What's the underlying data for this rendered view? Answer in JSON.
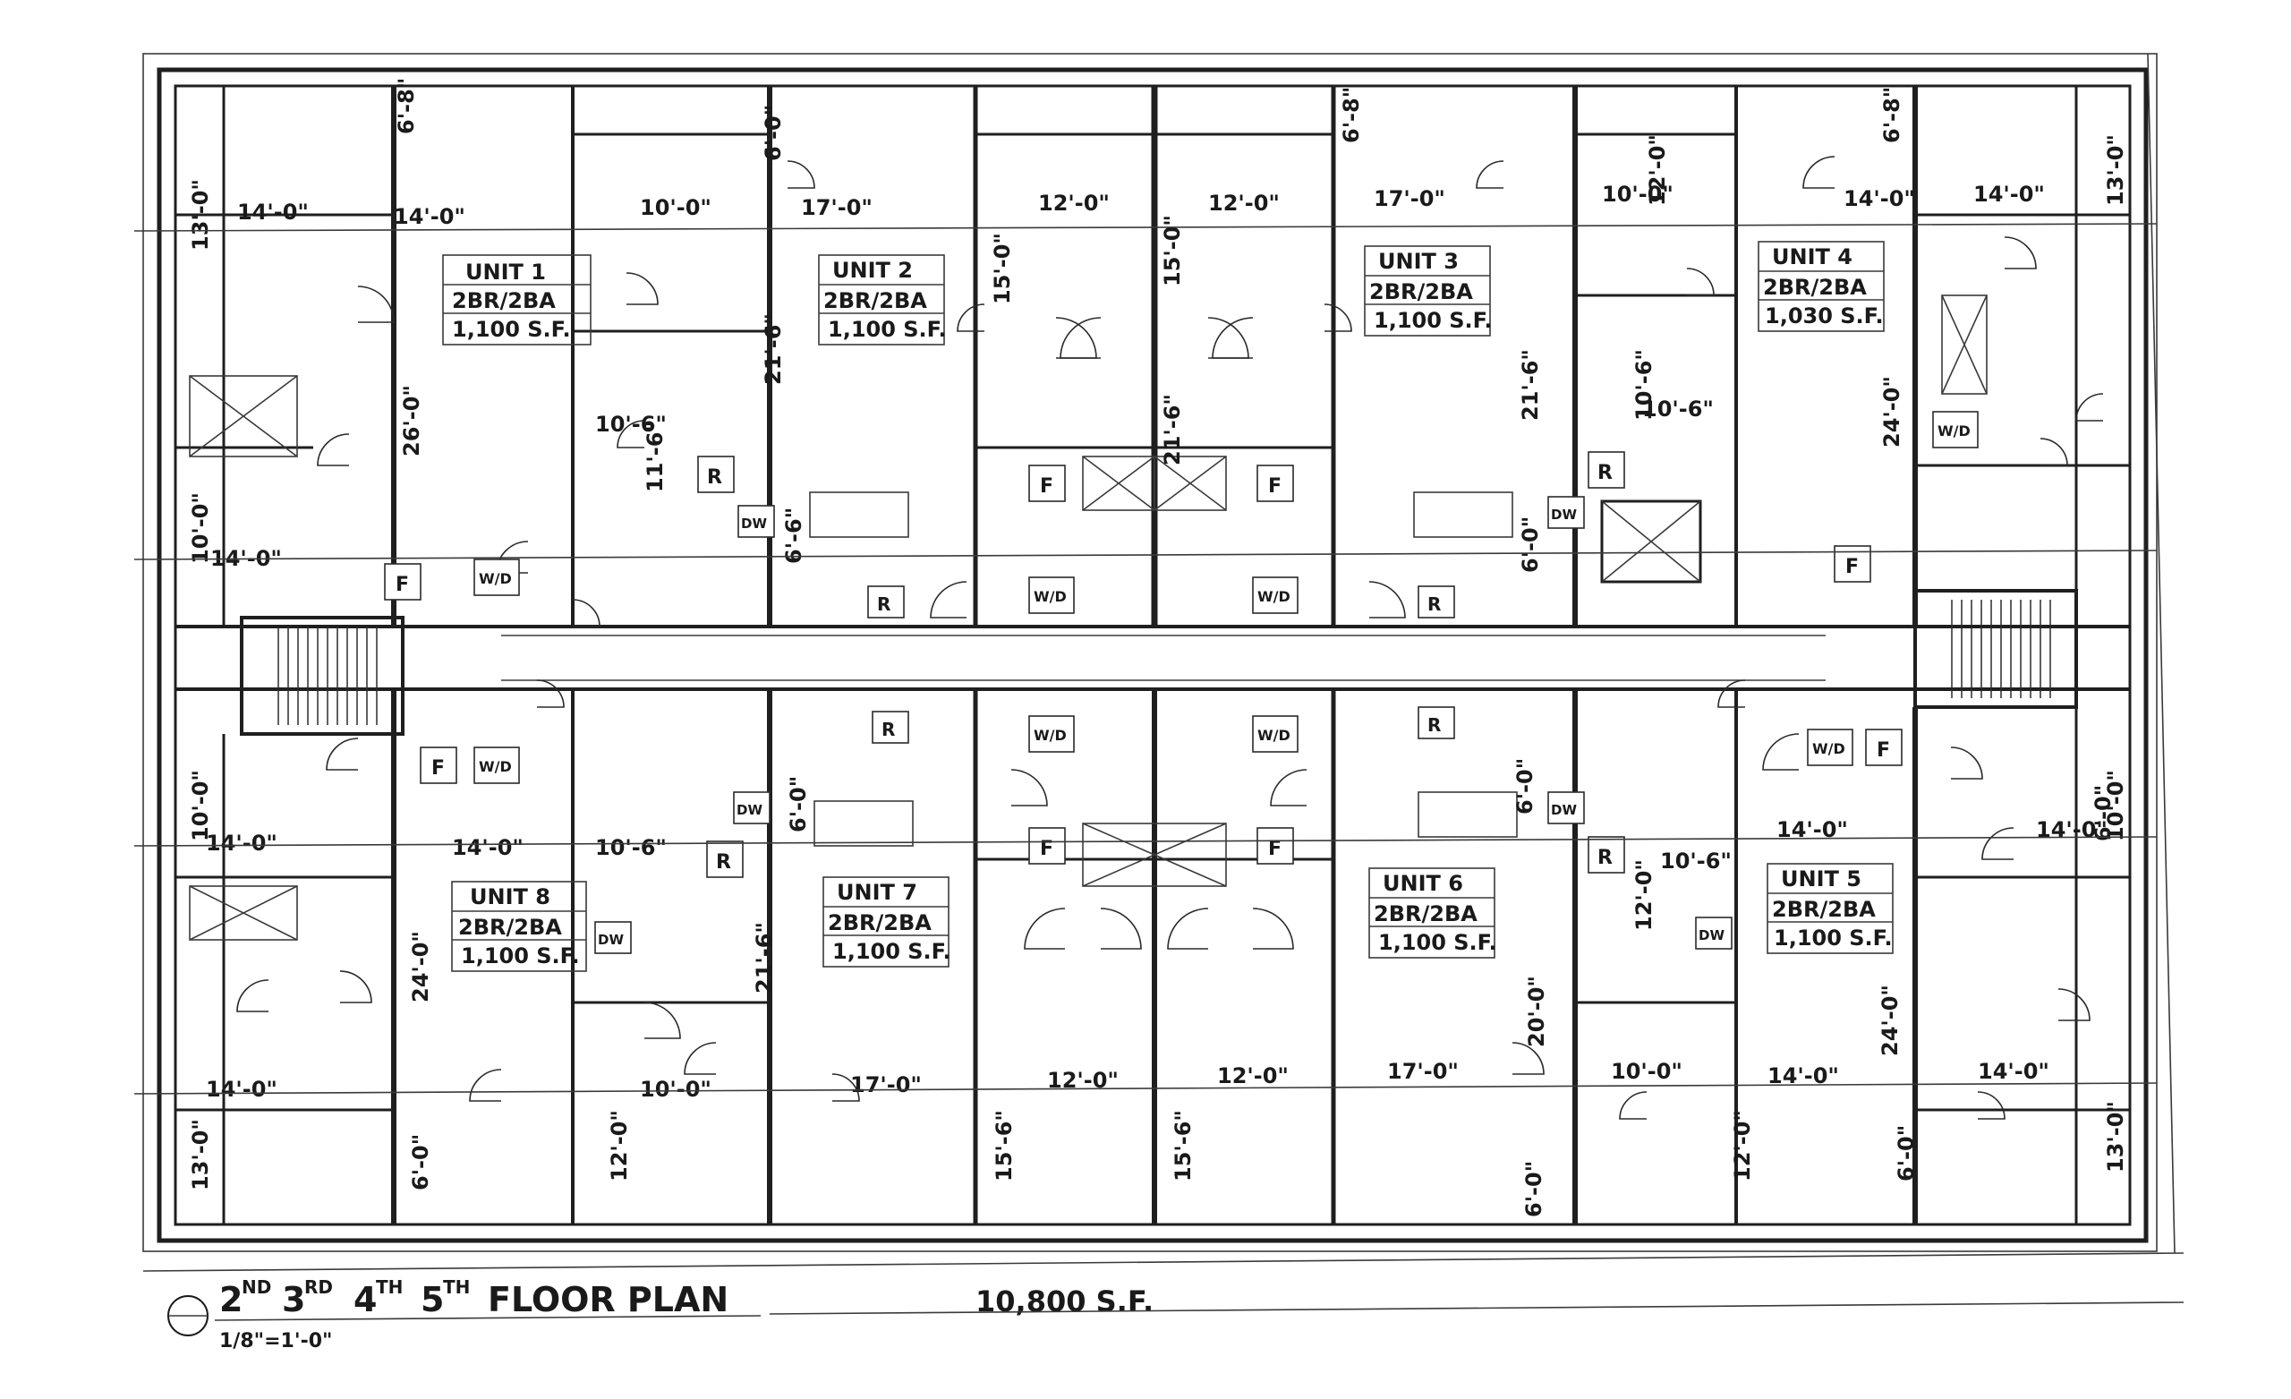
{
  "plan": {
    "title": "2ND 3RD 4TH 5TH FLOOR PLAN",
    "title_parts": [
      "2",
      "ND",
      "3",
      "RD",
      "4",
      "TH",
      "5",
      "TH",
      "FLOOR PLAN"
    ],
    "scale": "1/8\"=1'-0\"",
    "area": "10,800 S.F."
  },
  "units": [
    {
      "name": "UNIT 1",
      "type": "2BR/2BA",
      "area": "1,100 S.F."
    },
    {
      "name": "UNIT 2",
      "type": "2BR/2BA",
      "area": "1,100 S.F."
    },
    {
      "name": "UNIT 3",
      "type": "2BR/2BA",
      "area": "1,100 S.F."
    },
    {
      "name": "UNIT 4",
      "type": "2BR/2BA",
      "area": "1,030 S.F."
    },
    {
      "name": "UNIT 5",
      "type": "2BR/2BA",
      "area": "1,100 S.F."
    },
    {
      "name": "UNIT 6",
      "type": "2BR/2BA",
      "area": "1,100 S.F."
    },
    {
      "name": "UNIT 7",
      "type": "2BR/2BA",
      "area": "1,100 S.F."
    },
    {
      "name": "UNIT 8",
      "type": "2BR/2BA",
      "area": "1,100 S.F."
    }
  ],
  "dims": {
    "top": [
      "14'-0\"",
      "14'-0\"",
      "10'-0\"",
      "17'-0\"",
      "12'-0\"",
      "12'-0\"",
      "17'-0\"",
      "10'-0\"",
      "14'-0\"",
      "14'-0\""
    ],
    "top_small": [
      "14'-0\"",
      "10'-6\"",
      "10'-6\""
    ],
    "bottom": [
      "14'-0\"",
      "14'-0\"",
      "10'-0\"",
      "17'-0\"",
      "12'-0\"",
      "12'-0\"",
      "17'-0\"",
      "10'-0\"",
      "14'-0\"",
      "14'-0\""
    ],
    "bottom_small": [
      "14'-0\"",
      "14'-0\"",
      "10'-6\"",
      "10'-6\"",
      "14'-0\""
    ],
    "vertical_top": [
      "13'-0\"",
      "6'-8\"",
      "6'-0\"",
      "21'-6\"",
      "15'-0\"",
      "6'-8\"",
      "21'-6\"",
      "12'-0\"",
      "6'-8\"",
      "13'-0\"",
      "24'-0\"",
      "26'-0\"",
      "10'-0\"",
      "11'-6\"",
      "10'-6\"",
      "6'-6\"",
      "6'-0\"",
      "21'-6\""
    ],
    "vertical_bottom": [
      "10'-0\"",
      "13'-0\"",
      "6'-0\"",
      "24'-0\"",
      "12'-0\"",
      "21'-6\"",
      "6'-0\"",
      "15'-6\"",
      "15'-6\"",
      "20'-0\"",
      "12'-0\"",
      "24'-0\"",
      "6'-0\"",
      "13'-0\"",
      "6'-0\"",
      "10'-0\"",
      "12'-0\"",
      "6'-0\"",
      "6'-0\""
    ]
  },
  "fixtures": {
    "f": "F",
    "r": "R",
    "dw": "DW",
    "wd": "W/D"
  }
}
